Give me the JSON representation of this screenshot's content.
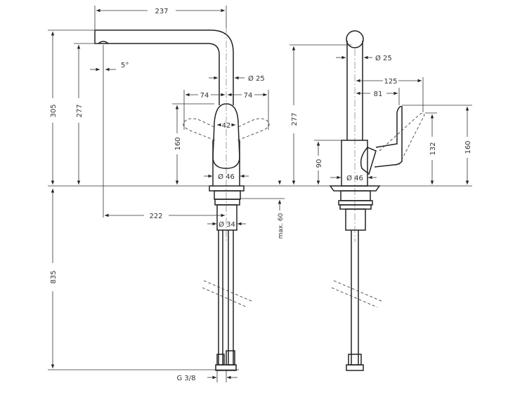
{
  "drawing": {
    "front_view": {
      "spout_reach": "237",
      "total_height": "305",
      "outlet_height": "277",
      "spray_angle": "5°",
      "spout_diameter": "Ø 25",
      "handle_left_reach": "74",
      "handle_right_reach": "74",
      "handle_height": "160",
      "body_width": "42",
      "base_diameter": "Ø 46",
      "outlet_to_axis": "222",
      "mounting_hole": "Ø 34",
      "max_counter_thickness": "max. 60",
      "hose_length": "835",
      "connection_thread": "G 3/8"
    },
    "side_view": {
      "outlet_height": "277",
      "spout_diameter": "Ø 25",
      "handle_reach_open": "125",
      "handle_reach_closed": "81",
      "handle_height_open": "132",
      "handle_height_closed": "160",
      "body_height": "90",
      "base_diameter": "Ø 46"
    }
  }
}
